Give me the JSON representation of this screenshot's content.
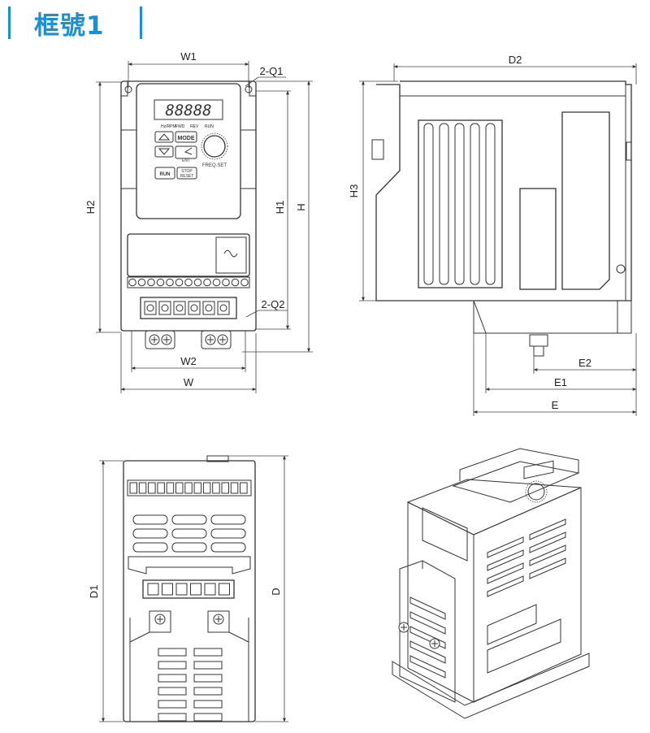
{
  "title": "框號1",
  "keypad": {
    "display": "88888",
    "indicators": [
      "Hz/RPM",
      "FWD",
      "REV",
      "RUN"
    ],
    "mode_label": "MODE",
    "enter_label": "ENT",
    "run_label": "RUN",
    "stop_label": "STOP",
    "reset_label": "RESET",
    "freq_set_label": "FREQ.SET"
  },
  "dimensions": {
    "front": [
      "W1",
      "2-Q1",
      "H2",
      "H1",
      "H",
      "2-Q2",
      "W2",
      "W"
    ],
    "side": [
      "D2",
      "H3",
      "E2",
      "E1",
      "E"
    ],
    "bottom": [
      "D1",
      "D"
    ]
  }
}
